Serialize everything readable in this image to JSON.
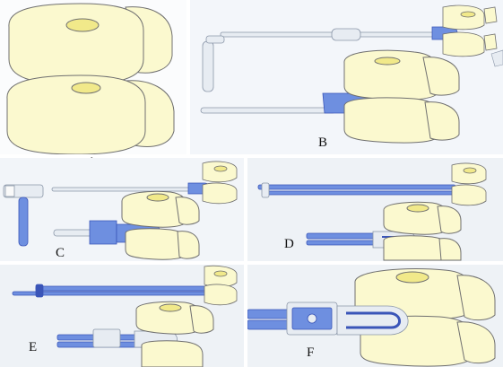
{
  "panels": {
    "A": {
      "label": "A"
    },
    "B": {
      "label": "B"
    },
    "C": {
      "label": "C"
    },
    "D": {
      "label": "D"
    },
    "E": {
      "label": "E"
    },
    "F": {
      "label": "F"
    }
  },
  "colors": {
    "bone_fill": "#fbf9cf",
    "bone_stroke": "#6f6f6f",
    "disc_fill": "#f1e98a",
    "instrument_blue": "#6e8fe0",
    "instrument_dark": "#3a55b8",
    "rod_grey": "#e7ecf2"
  }
}
